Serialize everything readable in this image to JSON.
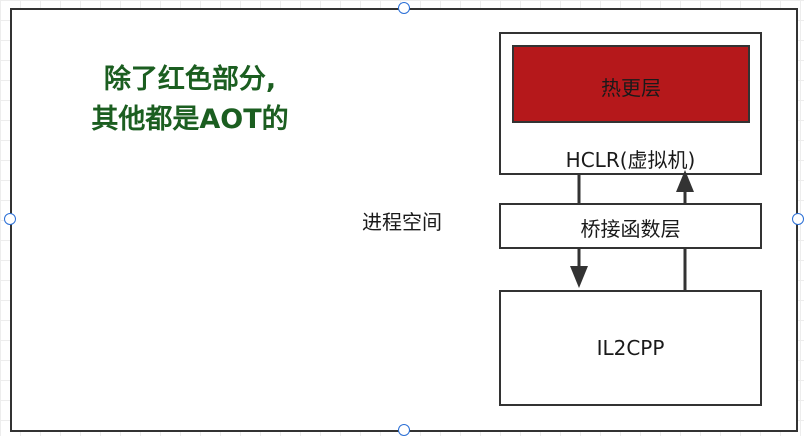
{
  "annotation": {
    "line1": "除了红色部分,",
    "line2": "其他都是AOT的"
  },
  "process_space": {
    "label": "进程空间"
  },
  "hotupdate_layer": {
    "label": "热更层"
  },
  "hclr": {
    "label": "HCLR(虚拟机)"
  },
  "bridge": {
    "label": "桥接函数层"
  },
  "il2cpp": {
    "label": "IL2CPP"
  },
  "colors": {
    "hotupdate_fill": "#b5181b",
    "annotation_text": "#1b5e20",
    "border": "#333333",
    "handle": "#2b6fd6",
    "grid": "#ededed"
  }
}
